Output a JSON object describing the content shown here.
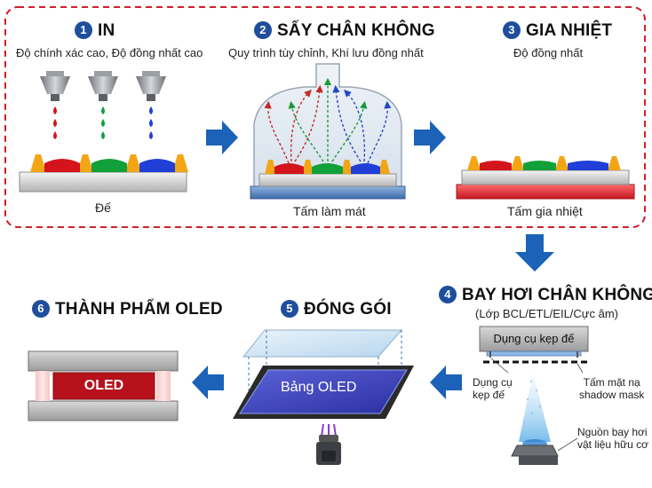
{
  "steps": [
    {
      "num": "1",
      "title": "IN",
      "subtitle": "Độ chính xác cao, Độ đồng nhất cao",
      "caption": "Đế"
    },
    {
      "num": "2",
      "title": "SẤY CHÂN KHÔNG",
      "subtitle": "Quy trình tùy chỉnh, Khí lưu đồng nhất",
      "caption": "Tấm làm mát"
    },
    {
      "num": "3",
      "title": "GIA NHIỆT",
      "subtitle": "Độ đồng nhất",
      "caption": "Tấm gia nhiệt"
    },
    {
      "num": "4",
      "title": "BAY HƠI CHÂN KHÔNG",
      "subtitle": "(Lớp BCL/ETL/EIL/Cực âm)"
    },
    {
      "num": "5",
      "title": "ĐÓNG GÓI",
      "panel_label": "Bảng OLED"
    },
    {
      "num": "6",
      "title": "THÀNH PHẨM OLED",
      "product_label": "OLED"
    }
  ],
  "evap": {
    "holder": "Dụng cụ kẹp đế",
    "clamp_label": [
      "Dụng cụ",
      "kẹp đế"
    ],
    "mask_label": [
      "Tấm mặt nạ",
      "shadow mask"
    ],
    "source_label": [
      "Nguồn bay hơi",
      "vật liệu hữu cơ"
    ]
  },
  "colors": {
    "red": "#d3141b",
    "green": "#12a03a",
    "blue": "#1f3fd6",
    "bank": "#f2a515",
    "arrow": "#1b62b8",
    "frame": "#d11f2a",
    "heater": "#e0303a",
    "cooler": "#5a86c0"
  }
}
